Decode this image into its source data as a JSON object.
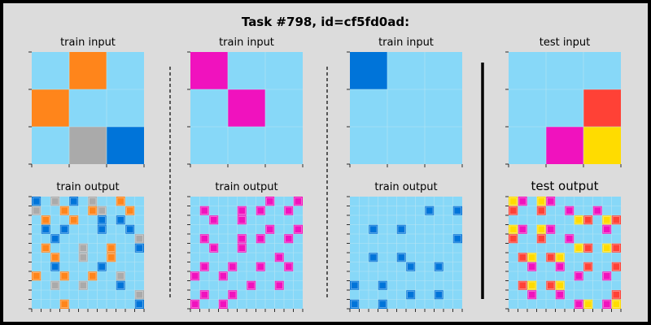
{
  "title": "Task #798, id=cf5fd0ad:",
  "colors": {
    "0": "#87D8F8",
    "1": "#0074D9",
    "2": "#FF4136",
    "4": "#FFDC00",
    "5": "#AAAAAA",
    "6": "#F012BE",
    "7": "#FF851B",
    "frame": "#000000",
    "background": "#DCDCDC",
    "gridline": "#B8E4F4"
  },
  "panels": [
    {
      "label": "train input",
      "grid": [
        [
          0,
          7,
          0
        ],
        [
          7,
          0,
          0
        ],
        [
          0,
          5,
          1
        ]
      ]
    },
    {
      "label": "train output",
      "grid": [
        [
          1,
          0,
          5,
          0,
          1,
          0,
          5,
          0,
          0,
          7,
          0,
          0
        ],
        [
          5,
          0,
          0,
          7,
          0,
          0,
          7,
          5,
          0,
          0,
          7,
          0
        ],
        [
          0,
          7,
          0,
          0,
          7,
          0,
          0,
          1,
          0,
          1,
          0,
          0
        ],
        [
          0,
          1,
          0,
          1,
          0,
          0,
          0,
          1,
          0,
          0,
          1,
          0
        ],
        [
          0,
          0,
          1,
          0,
          0,
          0,
          0,
          0,
          0,
          0,
          0,
          5
        ],
        [
          0,
          7,
          0,
          0,
          0,
          5,
          0,
          0,
          7,
          0,
          0,
          1
        ],
        [
          0,
          0,
          7,
          0,
          0,
          5,
          0,
          0,
          7,
          0,
          0,
          0
        ],
        [
          0,
          0,
          1,
          0,
          0,
          0,
          0,
          1,
          0,
          0,
          0,
          0
        ],
        [
          7,
          0,
          0,
          7,
          0,
          0,
          7,
          0,
          0,
          5,
          0,
          0
        ],
        [
          0,
          0,
          5,
          0,
          0,
          5,
          0,
          0,
          0,
          1,
          0,
          0
        ],
        [
          0,
          0,
          0,
          0,
          0,
          0,
          0,
          0,
          0,
          0,
          0,
          5
        ],
        [
          0,
          0,
          0,
          7,
          0,
          0,
          0,
          0,
          0,
          0,
          0,
          1
        ]
      ]
    },
    {
      "label": "train input",
      "grid": [
        [
          6,
          0,
          0
        ],
        [
          0,
          6,
          0
        ],
        [
          0,
          0,
          0
        ]
      ]
    },
    {
      "label": "train output",
      "grid": [
        [
          0,
          0,
          0,
          0,
          0,
          0,
          0,
          0,
          6,
          0,
          0,
          6
        ],
        [
          0,
          6,
          0,
          0,
          0,
          6,
          0,
          6,
          0,
          0,
          6,
          0
        ],
        [
          0,
          0,
          6,
          0,
          0,
          6,
          0,
          0,
          0,
          0,
          0,
          0
        ],
        [
          0,
          0,
          0,
          0,
          0,
          0,
          0,
          0,
          6,
          0,
          0,
          6
        ],
        [
          0,
          6,
          0,
          0,
          0,
          6,
          0,
          6,
          0,
          0,
          6,
          0
        ],
        [
          0,
          0,
          6,
          0,
          0,
          6,
          0,
          0,
          0,
          0,
          0,
          0
        ],
        [
          0,
          0,
          0,
          0,
          0,
          0,
          0,
          0,
          0,
          6,
          0,
          0
        ],
        [
          0,
          6,
          0,
          0,
          6,
          0,
          0,
          6,
          0,
          0,
          6,
          0
        ],
        [
          6,
          0,
          0,
          6,
          0,
          0,
          0,
          0,
          0,
          0,
          0,
          0
        ],
        [
          0,
          0,
          0,
          0,
          0,
          0,
          6,
          0,
          0,
          6,
          0,
          0
        ],
        [
          0,
          6,
          0,
          0,
          6,
          0,
          0,
          0,
          0,
          0,
          0,
          0
        ],
        [
          6,
          0,
          0,
          6,
          0,
          0,
          0,
          0,
          0,
          0,
          0,
          0
        ]
      ]
    },
    {
      "label": "train input",
      "grid": [
        [
          1,
          0,
          0
        ],
        [
          0,
          0,
          0
        ],
        [
          0,
          0,
          0
        ]
      ]
    },
    {
      "label": "train output",
      "grid": [
        [
          0,
          0,
          0,
          0,
          0,
          0,
          0,
          0,
          0,
          0,
          0,
          0
        ],
        [
          0,
          0,
          0,
          0,
          0,
          0,
          0,
          0,
          1,
          0,
          0,
          1
        ],
        [
          0,
          0,
          0,
          0,
          0,
          0,
          0,
          0,
          0,
          0,
          0,
          0
        ],
        [
          0,
          0,
          1,
          0,
          0,
          1,
          0,
          0,
          0,
          0,
          0,
          0
        ],
        [
          0,
          0,
          0,
          0,
          0,
          0,
          0,
          0,
          0,
          0,
          0,
          1
        ],
        [
          0,
          0,
          0,
          0,
          0,
          0,
          0,
          0,
          0,
          0,
          0,
          0
        ],
        [
          0,
          0,
          1,
          0,
          0,
          1,
          0,
          0,
          0,
          0,
          0,
          0
        ],
        [
          0,
          0,
          0,
          0,
          0,
          0,
          1,
          0,
          0,
          1,
          0,
          0
        ],
        [
          0,
          0,
          0,
          0,
          0,
          0,
          0,
          0,
          0,
          0,
          0,
          0
        ],
        [
          1,
          0,
          0,
          1,
          0,
          0,
          0,
          0,
          0,
          0,
          0,
          0
        ],
        [
          0,
          0,
          0,
          0,
          0,
          0,
          1,
          0,
          0,
          1,
          0,
          0
        ],
        [
          1,
          0,
          0,
          1,
          0,
          0,
          0,
          0,
          0,
          0,
          0,
          0
        ]
      ]
    },
    {
      "label": "test input",
      "grid": [
        [
          0,
          0,
          0
        ],
        [
          0,
          0,
          2
        ],
        [
          0,
          6,
          4
        ]
      ]
    },
    {
      "label": "test output",
      "grid": [
        [
          4,
          6,
          0,
          4,
          6,
          0,
          0,
          0,
          0,
          0,
          0,
          0
        ],
        [
          2,
          0,
          0,
          2,
          0,
          0,
          6,
          0,
          0,
          6,
          0,
          0
        ],
        [
          0,
          0,
          0,
          0,
          0,
          0,
          0,
          4,
          2,
          0,
          4,
          2
        ],
        [
          4,
          6,
          0,
          4,
          6,
          0,
          0,
          0,
          0,
          0,
          6,
          0
        ],
        [
          2,
          0,
          0,
          2,
          0,
          0,
          6,
          0,
          0,
          0,
          0,
          0
        ],
        [
          0,
          0,
          0,
          0,
          0,
          0,
          0,
          4,
          2,
          0,
          4,
          2
        ],
        [
          0,
          2,
          4,
          0,
          2,
          4,
          0,
          0,
          0,
          0,
          0,
          0
        ],
        [
          0,
          0,
          6,
          0,
          0,
          6,
          0,
          0,
          2,
          0,
          0,
          2
        ],
        [
          0,
          0,
          0,
          0,
          0,
          0,
          0,
          6,
          0,
          0,
          6,
          0
        ],
        [
          0,
          2,
          4,
          0,
          2,
          4,
          0,
          0,
          0,
          0,
          0,
          0
        ],
        [
          0,
          0,
          6,
          0,
          0,
          6,
          0,
          0,
          0,
          0,
          0,
          2
        ],
        [
          0,
          0,
          0,
          0,
          0,
          0,
          0,
          6,
          4,
          0,
          6,
          4
        ]
      ]
    }
  ]
}
